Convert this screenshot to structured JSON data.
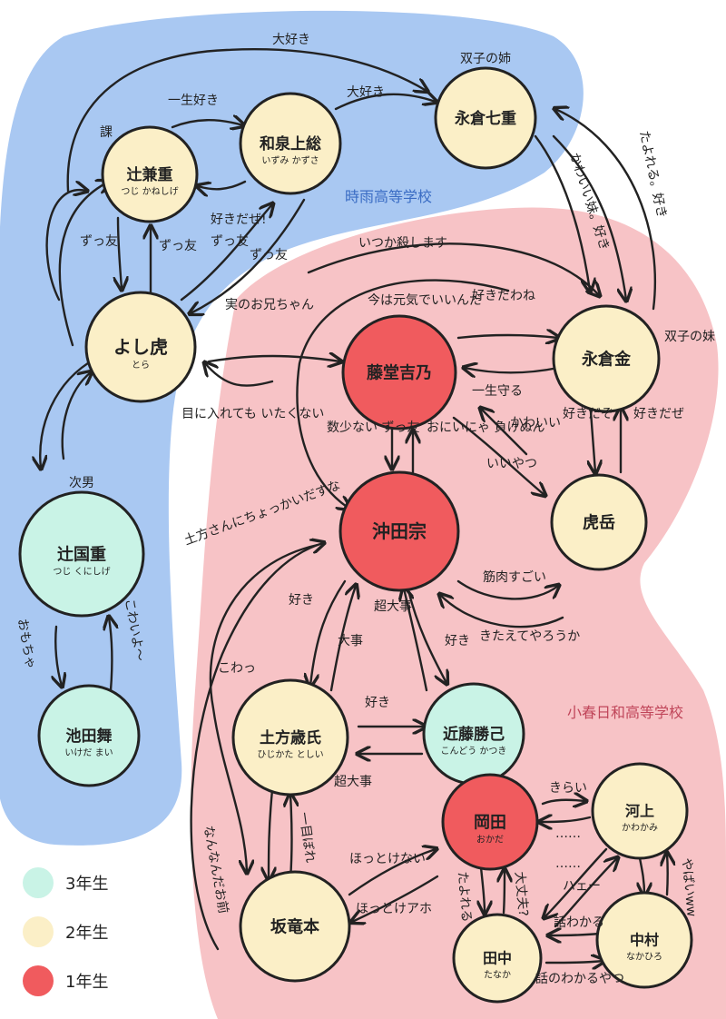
{
  "colors": {
    "blue_region": "#a9c8f2",
    "pink_region": "#f7c3c6",
    "grade3": "#c9f3e6",
    "grade2": "#fbefc7",
    "grade1": "#f05b5e",
    "line": "#222222"
  },
  "regions": {
    "shigure": "時雨高等学校",
    "koharubiyori": "小春日和高等学校"
  },
  "nodes": {
    "kaneshige": {
      "name": "辻兼重",
      "reading": "つじ かねしげ"
    },
    "izumi": {
      "name": "和泉上総",
      "reading": "いずみ かずさ"
    },
    "nanae": {
      "name": "永倉七重",
      "note": "双子の姉"
    },
    "yoshitora": {
      "name": "よし虎",
      "reading": "とら"
    },
    "kunishige": {
      "name": "辻国重",
      "reading": "つじ くにしげ",
      "note": "次男"
    },
    "ikedamai": {
      "name": "池田舞",
      "reading": "いけだ まい"
    },
    "yoshino": {
      "name": "藤堂吉乃"
    },
    "kane": {
      "name": "永倉金",
      "note": "双子の妹"
    },
    "okita": {
      "name": "沖田宗"
    },
    "toragaku": {
      "name": "虎岳"
    },
    "hijikata": {
      "name": "土方歳氏",
      "reading": "ひじかた としい"
    },
    "kondou": {
      "name": "近藤勝己",
      "reading": "こんどう かつき"
    },
    "okada": {
      "name": "岡田",
      "reading": "おかだ"
    },
    "kawakami": {
      "name": "河上",
      "reading": "かわかみ"
    },
    "nakamura": {
      "name": "中村",
      "reading": "なかひろ"
    },
    "sakamoto": {
      "name": "坂竜本"
    },
    "tanaka": {
      "name": "田中",
      "reading": "たなか"
    }
  },
  "edges": {
    "daisuki_top": "大好き",
    "daisuki_mid": "大好き",
    "kyou": "課",
    "isshou_suki": "一生好き",
    "suki_dazee": "好きだぜ!",
    "zutomo1": "ずっ友",
    "zutomo2": "ずっ友",
    "zutomo3": "ずっ友",
    "zutomo4": "ずっ友",
    "jitsu_no_oniichan": "実のお兄ちゃん",
    "me_ni_iretemo": "目に入れても いたくない",
    "itsuka_korosu": "いつか殺します",
    "ima_wa_genki": "今は元気でいいんだ",
    "suki_dawa": "好きだわね",
    "isshou_mamoru": "一生守る",
    "kawaii_imouto": "かわいい妹。好き",
    "tayoreru": "たよれる。好き",
    "suki_dazo": "好きだぞ",
    "suki_dazee2": "好きだぜ",
    "kawaii": "かわいい",
    "iiyatsu": "いいやつ",
    "onii_nya": "おにいにゃ 負けぬん",
    "kazusukunai": "数少ない ずっ友",
    "kinniku": "筋肉すごい",
    "kitaete": "きたえてやろうか",
    "hijikata_chan": "土方さんにちょっかいだすな",
    "kowaa": "こわっ",
    "suki_okita": "好き",
    "daiji": "大事",
    "chou_daiji": "超大事",
    "suki_kondou": "好き",
    "suki_hk": "好き",
    "chou_daiji2": "超大事",
    "nandanda": "なんなんだお前",
    "me_bore": "一目ぼれ",
    "hottokenai": "ほっとけない",
    "hottoke_aho": "ほっとけアホ",
    "kirai": "きらい",
    "dots1": "……",
    "dots2": "……",
    "hae": "ハェー",
    "yabaww": "やばいww",
    "tayoreru2": "たよれる",
    "daijoubu": "大丈夫?",
    "kotoba_wakaru": "話わかる",
    "kotoba_wakaru2": "話のわかるやつ",
    "omochaa": "おもちゃ",
    "kowaii": "こわいよ〜"
  },
  "legend": [
    {
      "label": "3年生",
      "color": "#c9f3e6"
    },
    {
      "label": "2年生",
      "color": "#fbefc7"
    },
    {
      "label": "1年生",
      "color": "#f05b5e"
    }
  ]
}
